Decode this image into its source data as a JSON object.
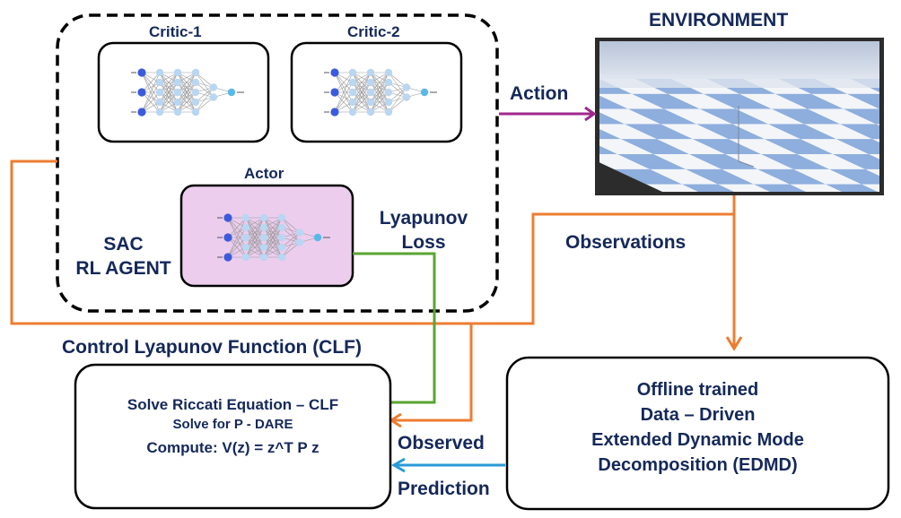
{
  "agent": {
    "critic1_label": "Critic-1",
    "critic2_label": "Critic-2",
    "actor_label": "Actor",
    "sac_line1": "SAC",
    "sac_line2": "RL AGENT",
    "lyapunov_line1": "Lyapunov",
    "lyapunov_line2": "Loss"
  },
  "environment": {
    "title": "ENVIRONMENT"
  },
  "flows": {
    "action": "Action",
    "observations": "Observations",
    "observed": "Observed",
    "prediction": "Prediction"
  },
  "clf": {
    "title": "Control Lyapunov Function (CLF)",
    "line1": "Solve Riccati Equation – CLF",
    "line2": "Solve for P  - DARE",
    "line3": "Compute: V(z) = z^T P z"
  },
  "edmd": {
    "line1": "Offline trained",
    "line2": "Data – Driven",
    "line3": "Extended Dynamic Mode",
    "line4": "Decomposition (EDMD)"
  },
  "colors": {
    "orange": "#ed7d31",
    "green": "#5aa531",
    "purple": "#a0288c",
    "blue": "#2a9ad6",
    "text": "#14285a",
    "actor_fill": "#eccdee"
  }
}
